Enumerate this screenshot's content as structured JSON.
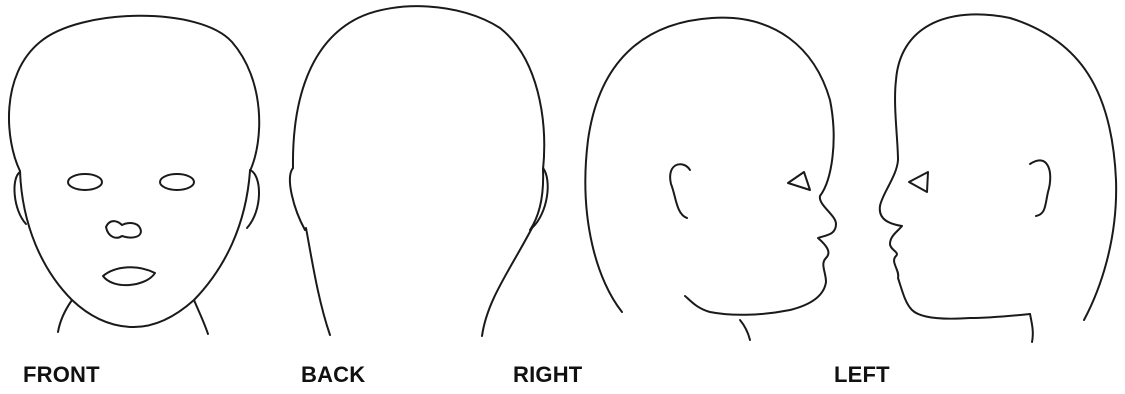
{
  "views": [
    {
      "id": "front",
      "label": "FRONT"
    },
    {
      "id": "back",
      "label": "BACK"
    },
    {
      "id": "right",
      "label": "RIGHT"
    },
    {
      "id": "left",
      "label": "LEFT"
    }
  ],
  "colors": {
    "line": "#1a1a1a",
    "background": "#ffffff"
  }
}
